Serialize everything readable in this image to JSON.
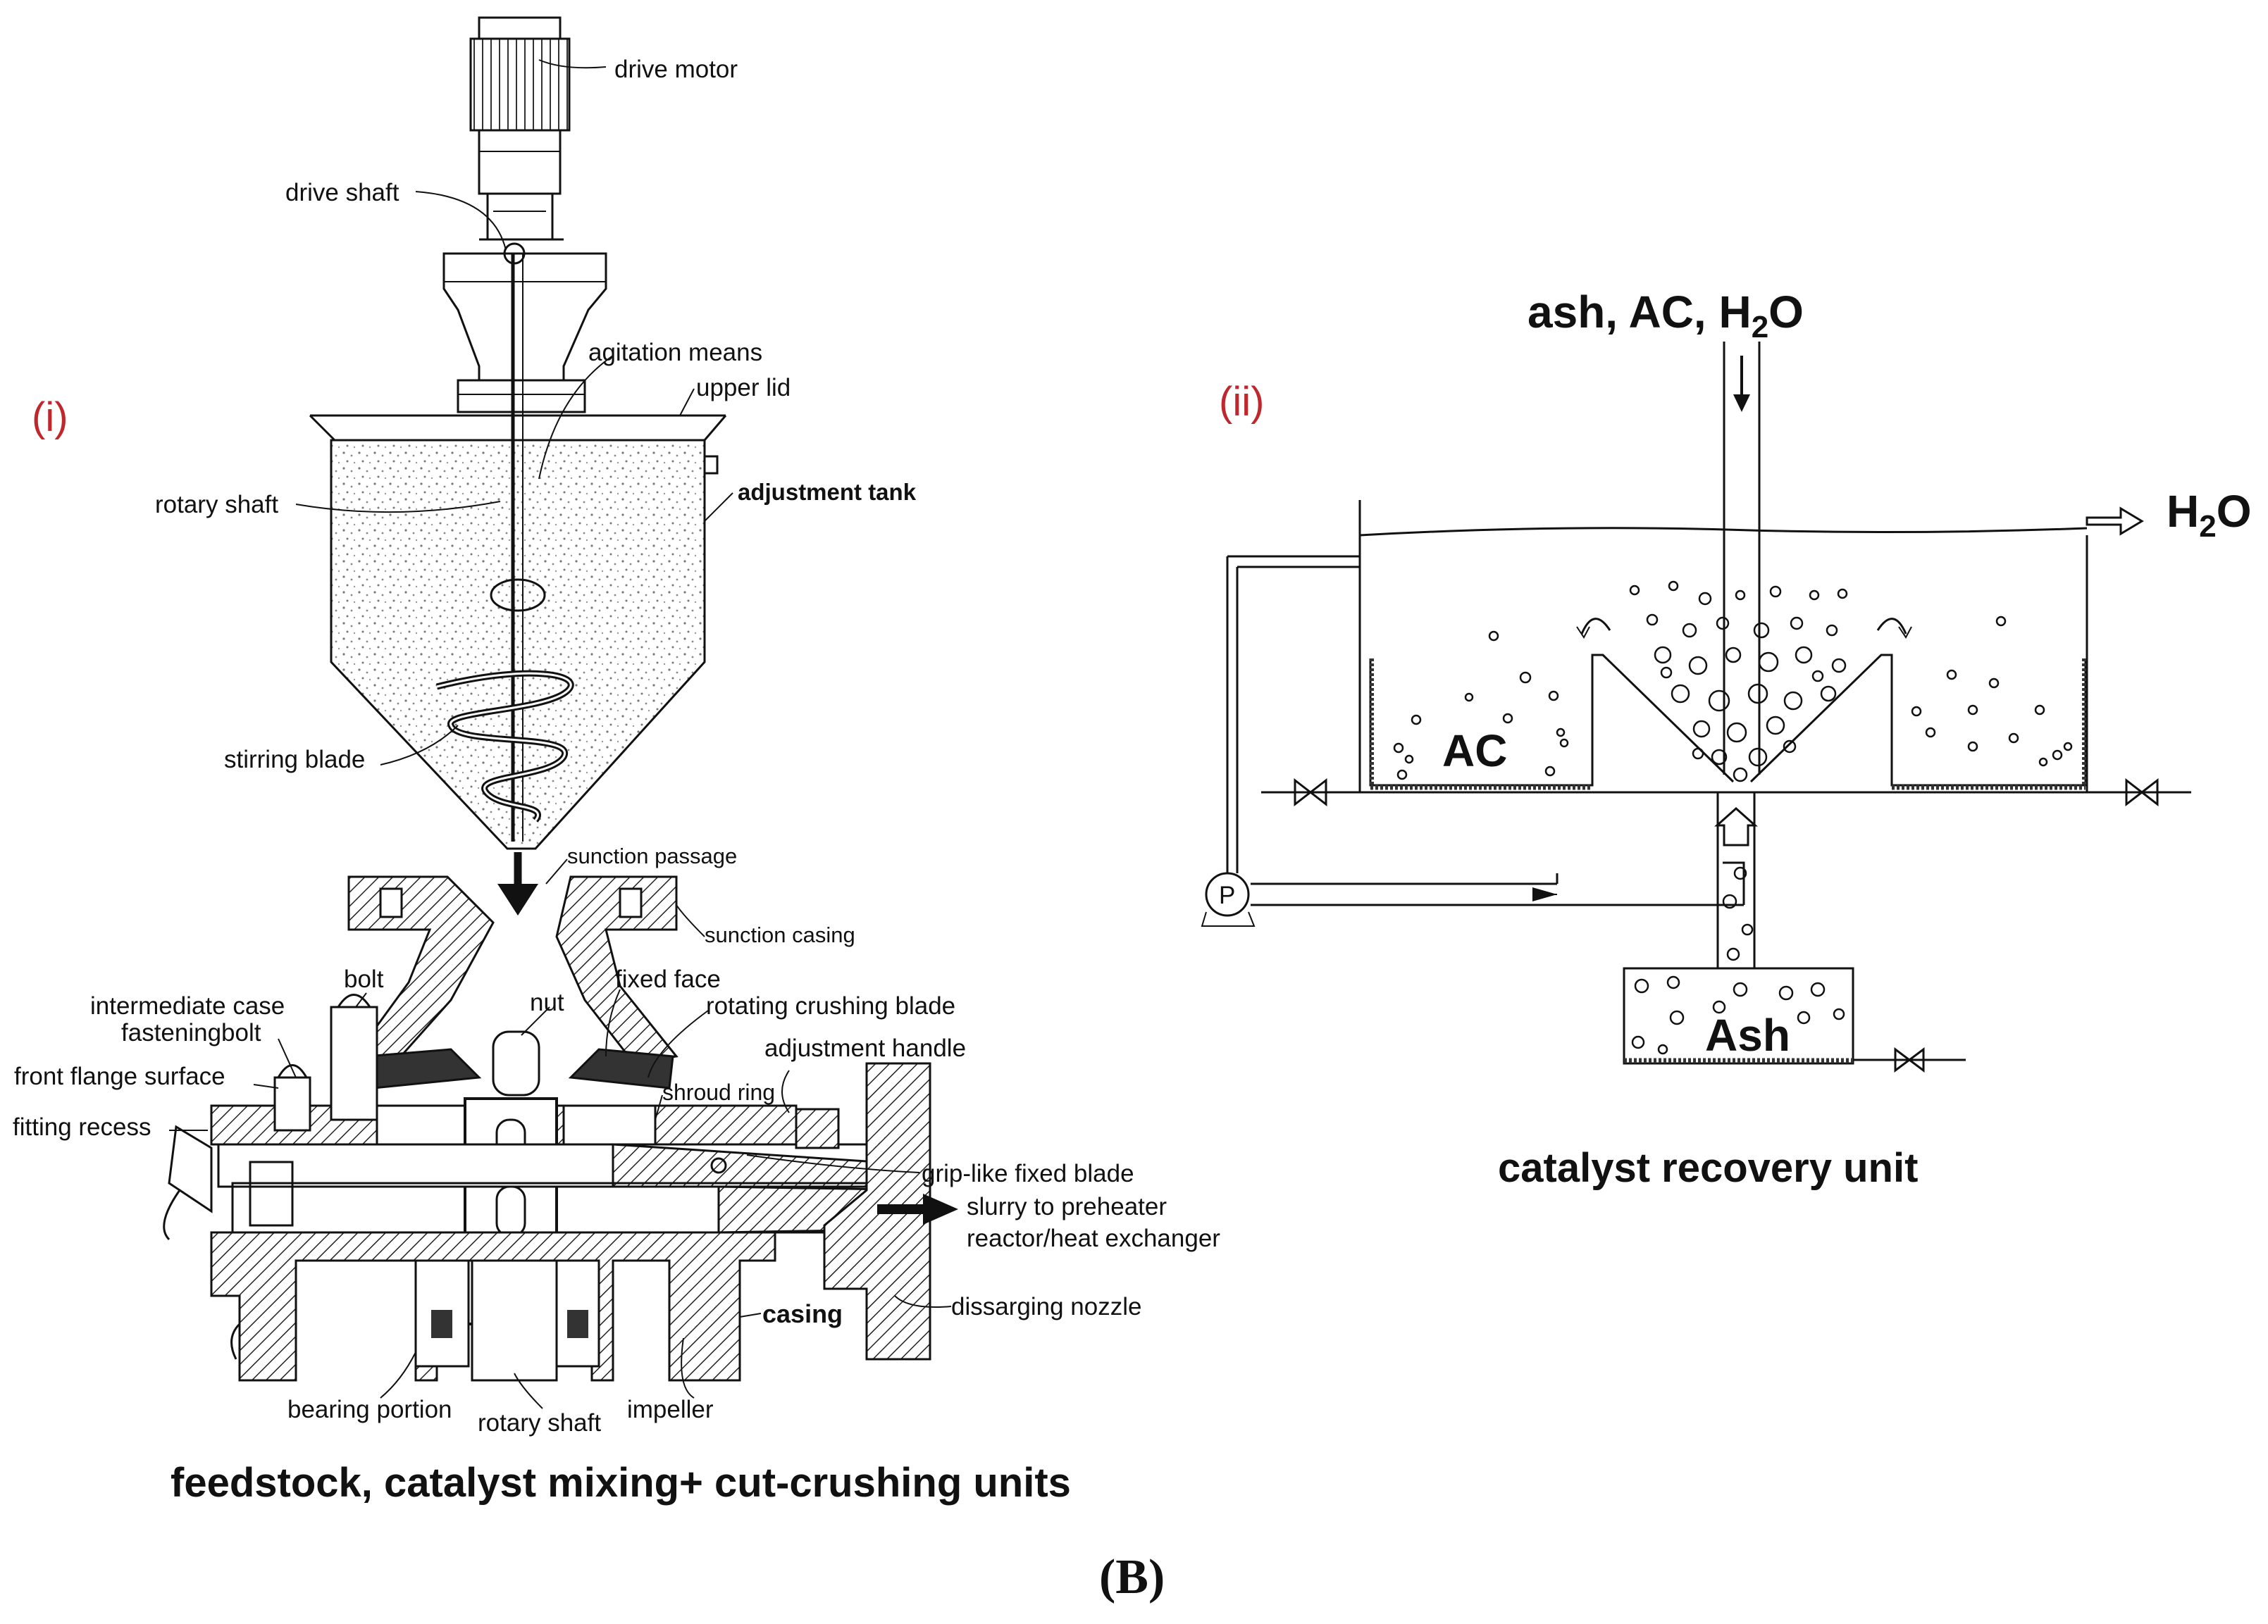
{
  "figure_label": "(B)",
  "left_panel": {
    "tag": "(i)",
    "caption": "feedstock, catalyst mixing+ cut-crushing units",
    "labels": {
      "drive_motor": "drive motor",
      "drive_shaft": "drive shaft",
      "agitation_means": "agitation means",
      "upper_lid": "upper lid",
      "adjustment_tank": "adjustment tank",
      "rotary_shaft_top": "rotary shaft",
      "stirring_blade": "stirring blade",
      "sunction_passage": "sunction passage",
      "sunction_casing": "sunction casing",
      "bolt": "bolt",
      "intermediate_case": "intermediate case",
      "nut": "nut",
      "fixed_face": "fixed face",
      "rotating_crushing_blade": "rotating crushing blade",
      "fasteningbolt": "fasteningbolt",
      "adjustment_handle": "adjustment handle",
      "front_flange_surface": "front flange surface",
      "shroud_ring": "shroud ring",
      "fitting_recess": "fitting recess",
      "grip_like_fixed_blade": "grip-like fixed blade",
      "slurry_line1": "slurry to preheater",
      "slurry_line2": "reactor/heat exchanger",
      "casing": "casing",
      "dissarging_nozzle": "dissarging nozzle",
      "bearing_portion": "bearing portion",
      "rotary_shaft_bottom": "rotary shaft",
      "impeller": "impeller"
    }
  },
  "right_panel": {
    "tag": "(ii)",
    "caption": "catalyst recovery unit",
    "inlet_label": "ash, AC, H",
    "inlet_sub": "2",
    "inlet_end": "O",
    "outlet_label": "H",
    "outlet_sub": "2",
    "outlet_end": "O",
    "ac_label": "AC",
    "ash_label": "Ash",
    "pump_label": "P"
  }
}
